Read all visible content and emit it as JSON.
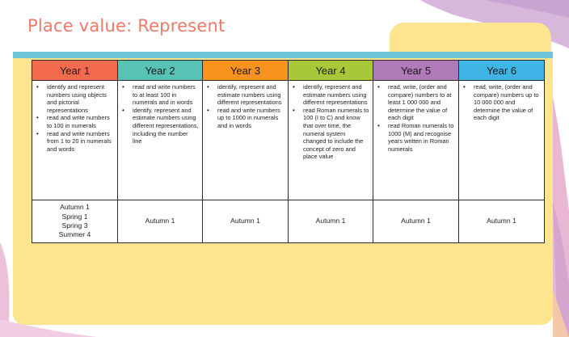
{
  "slide": {
    "title": "Place value: Represent"
  },
  "colors": {
    "title": "#f0786a",
    "card": "#fde48f",
    "card_band": "#6fc5d8",
    "year_headers": [
      "#f26b4f",
      "#58c3b5",
      "#f7931e",
      "#a8c83a",
      "#b07ab8",
      "#41b4e6"
    ]
  },
  "table": {
    "years": [
      {
        "header": "Year 1",
        "objectives": [
          "identify and represent numbers using objects and pictorial representations",
          "read and write numbers to 100 in numerals",
          "read and write numbers from 1 to 20 in numerals and words"
        ],
        "terms": [
          "Autumn 1",
          "Spring 1",
          "Spring 3",
          "Summer 4"
        ]
      },
      {
        "header": "Year 2",
        "objectives": [
          "read and write numbers to at least 100 in numerals and in words",
          "identify, represent and estimate numbers using different representations, including the number line"
        ],
        "terms": [
          "Autumn 1"
        ]
      },
      {
        "header": "Year 3",
        "objectives": [
          "identify, represent and estimate numbers using different representations",
          "read and write numbers up to 1000 in numerals and in words"
        ],
        "terms": [
          "Autumn 1"
        ]
      },
      {
        "header": "Year 4",
        "objectives": [
          "identify, represent and estimate numbers using different representations",
          "read Roman numerals to 100 (I to C) and know that over time, the numeral system changed to include the concept of zero and place value"
        ],
        "terms": [
          "Autumn 1"
        ]
      },
      {
        "header": "Year 5",
        "objectives": [
          "read, write, (order and compare) numbers to at least 1 000 000 and determine the value of each digit",
          "read Roman numerals to 1000 (M) and recognise years written in Roman numerals"
        ],
        "terms": [
          "Autumn 1"
        ]
      },
      {
        "header": "Year 6",
        "objectives": [
          "read, write, (order and compare) numbers up to 10 000 000 and determine the value of each digit"
        ],
        "terms": [
          "Autumn 1"
        ]
      }
    ]
  }
}
